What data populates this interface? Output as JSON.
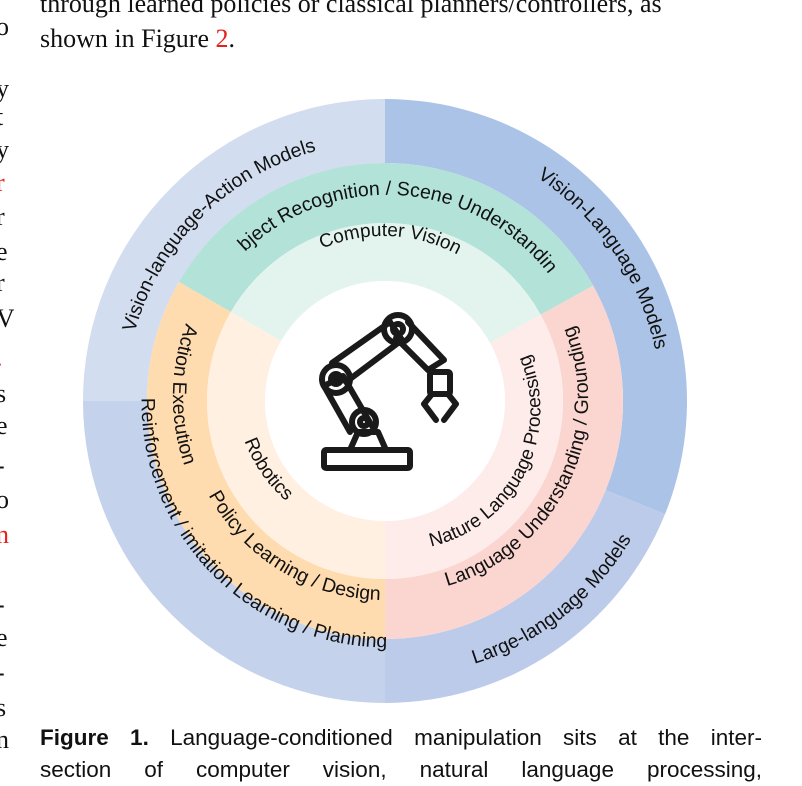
{
  "paragraph": {
    "line1": "through learned policies or classical planners/controllers, as",
    "line2_before": "shown in Figure ",
    "line2_ref": "2",
    "line2_after": "."
  },
  "gutter": [
    {
      "ch": "o",
      "red": false
    },
    {
      "ch": "y",
      "red": false
    },
    {
      "ch": "t",
      "red": false
    },
    {
      "ch": "y",
      "red": false
    },
    {
      "ch": "r",
      "red": true
    },
    {
      "ch": "r",
      "red": false
    },
    {
      "ch": "e",
      "red": false
    },
    {
      "ch": "r",
      "red": false
    },
    {
      "ch": "V",
      "red": false
    },
    {
      "ch": ".",
      "red": true
    },
    {
      "ch": "s",
      "red": false
    },
    {
      "ch": "e",
      "red": false
    },
    {
      "ch": "-",
      "red": false
    },
    {
      "ch": "o",
      "red": false
    },
    {
      "ch": "n",
      "red": true
    },
    {
      "ch": "-",
      "red": false
    },
    {
      "ch": "e",
      "red": false
    },
    {
      "ch": "-",
      "red": false
    },
    {
      "ch": "s",
      "red": false
    },
    {
      "ch": "n",
      "red": false
    }
  ],
  "diagram": {
    "outer_ring": {
      "vla": "Vision-language-Action Models",
      "vlm": "Vision-Language Models",
      "llm": "Large-language Models",
      "rl": "Reinforcement / imitation Learning / Planning"
    },
    "middle_ring": {
      "object": "Object Recognition / Scene Understanding",
      "action": "Action Execution",
      "policy": "Policy Learning / Design",
      "language": "Language Understanding / Grounding"
    },
    "inner_ring": {
      "cv": "Computer Vision",
      "robotics": "Robotics",
      "nlp": "Nature Language Processing"
    },
    "center_icon": "robot-arm-icon",
    "colors": {
      "outer_left": "#d2ddef",
      "outer_right": "#abc3e6",
      "outer_bottom_right": "#bccbea",
      "outer_bottom_left": "#c4d2ec",
      "mid_green": "#b2e2d8",
      "mid_orange": "#ffdcb0",
      "mid_pink": "#fbd6d0",
      "in_green": "#e3f4ef",
      "in_orange": "#fff0e2",
      "in_pink": "#fdecea"
    }
  },
  "caption": {
    "label": "Figure 1.",
    "text_line1": " Language-conditioned manipulation sits at the inter-",
    "text_line2": "section of computer vision, natural language processing,"
  }
}
